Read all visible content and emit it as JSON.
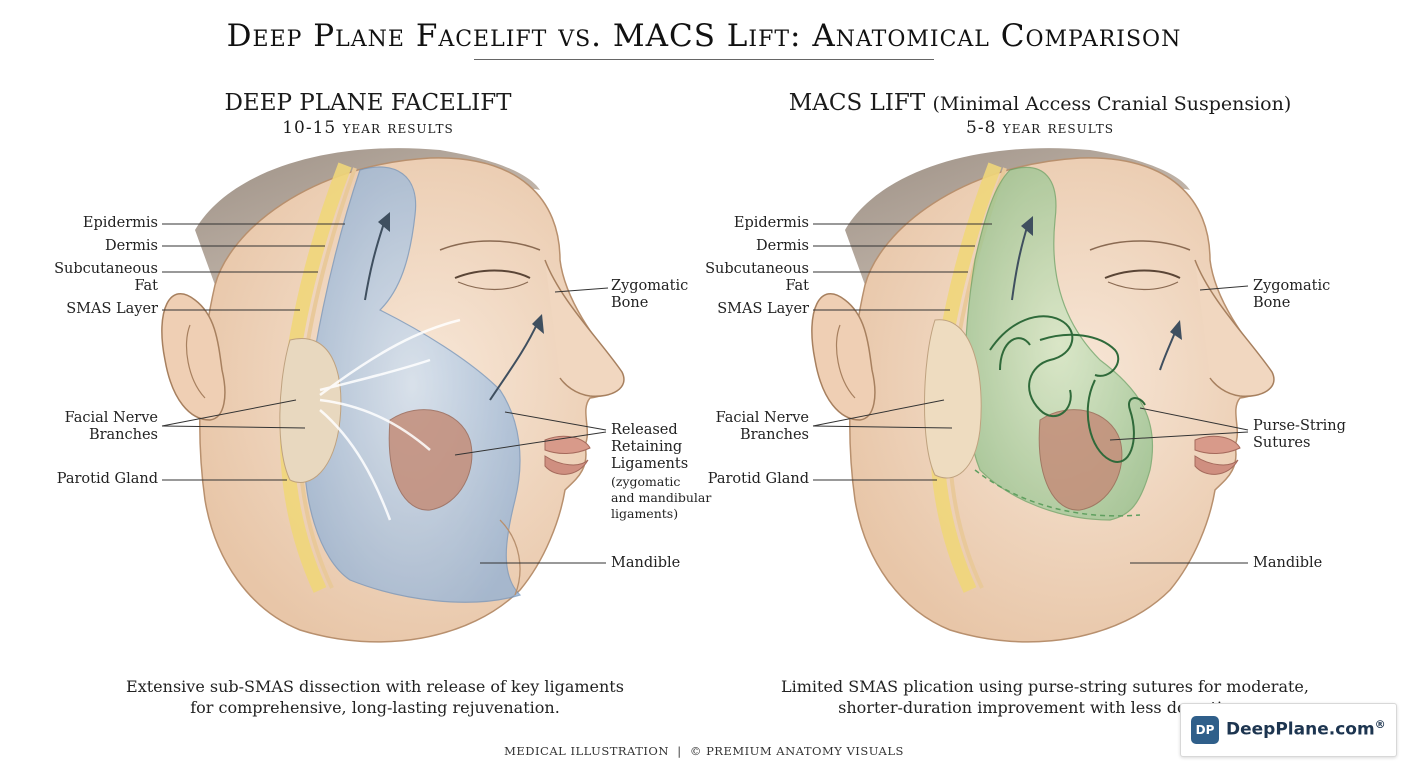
{
  "title": "Deep Plane Facelift vs. MACS Lift: Anatomical Comparison",
  "left": {
    "title": "DEEP PLANE FACELIFT",
    "years": "10-15 year results",
    "labels": {
      "epidermis": "Epidermis",
      "dermis": "Dermis",
      "fat_1": "Subcutaneous",
      "fat_2": "Fat",
      "smas": "SMAS Layer",
      "nerve_1": "Facial Nerve",
      "nerve_2": "Branches",
      "parotid": "Parotid Gland",
      "zygo_1": "Zygomatic",
      "zygo_2": "Bone",
      "lig_1": "Released",
      "lig_2": "Retaining",
      "lig_3": "Ligaments",
      "lig_4": "(zygomatic",
      "lig_5": "and mandibular",
      "lig_6": "ligaments)",
      "mandible": "Mandible"
    },
    "caption_1": "Extensive sub-SMAS dissection with release of key ligaments",
    "caption_2": "for comprehensive, long-lasting rejuvenation."
  },
  "right": {
    "title": "MACS LIFT",
    "title_sub": "(Minimal Access Cranial Suspension)",
    "years": "5-8 year results",
    "labels": {
      "epidermis": "Epidermis",
      "dermis": "Dermis",
      "fat_1": "Subcutaneous",
      "fat_2": "Fat",
      "smas": "SMAS Layer",
      "nerve_1": "Facial Nerve",
      "nerve_2": "Branches",
      "parotid": "Parotid Gland",
      "zygo_1": "Zygomatic",
      "zygo_2": "Bone",
      "purse_1": "Purse-String",
      "purse_2": "Sutures",
      "mandible": "Mandible"
    },
    "caption_1": "Limited SMAS plication using purse-string sutures for moderate,",
    "caption_2": "shorter-duration improvement with less downtime."
  },
  "footer": "MEDICAL ILLUSTRATION  |  © PREMIUM ANATOMY VISUALS",
  "brand": {
    "logo": "DP",
    "name": "DeepPlane.com",
    "mark": "®"
  },
  "colors": {
    "deep_plane_accent": "#9fbfe0",
    "macs_accent": "#8fcf8f",
    "skin": "#f2dcc8",
    "fat": "#f0d67a",
    "muscle": "#c98f7a"
  }
}
